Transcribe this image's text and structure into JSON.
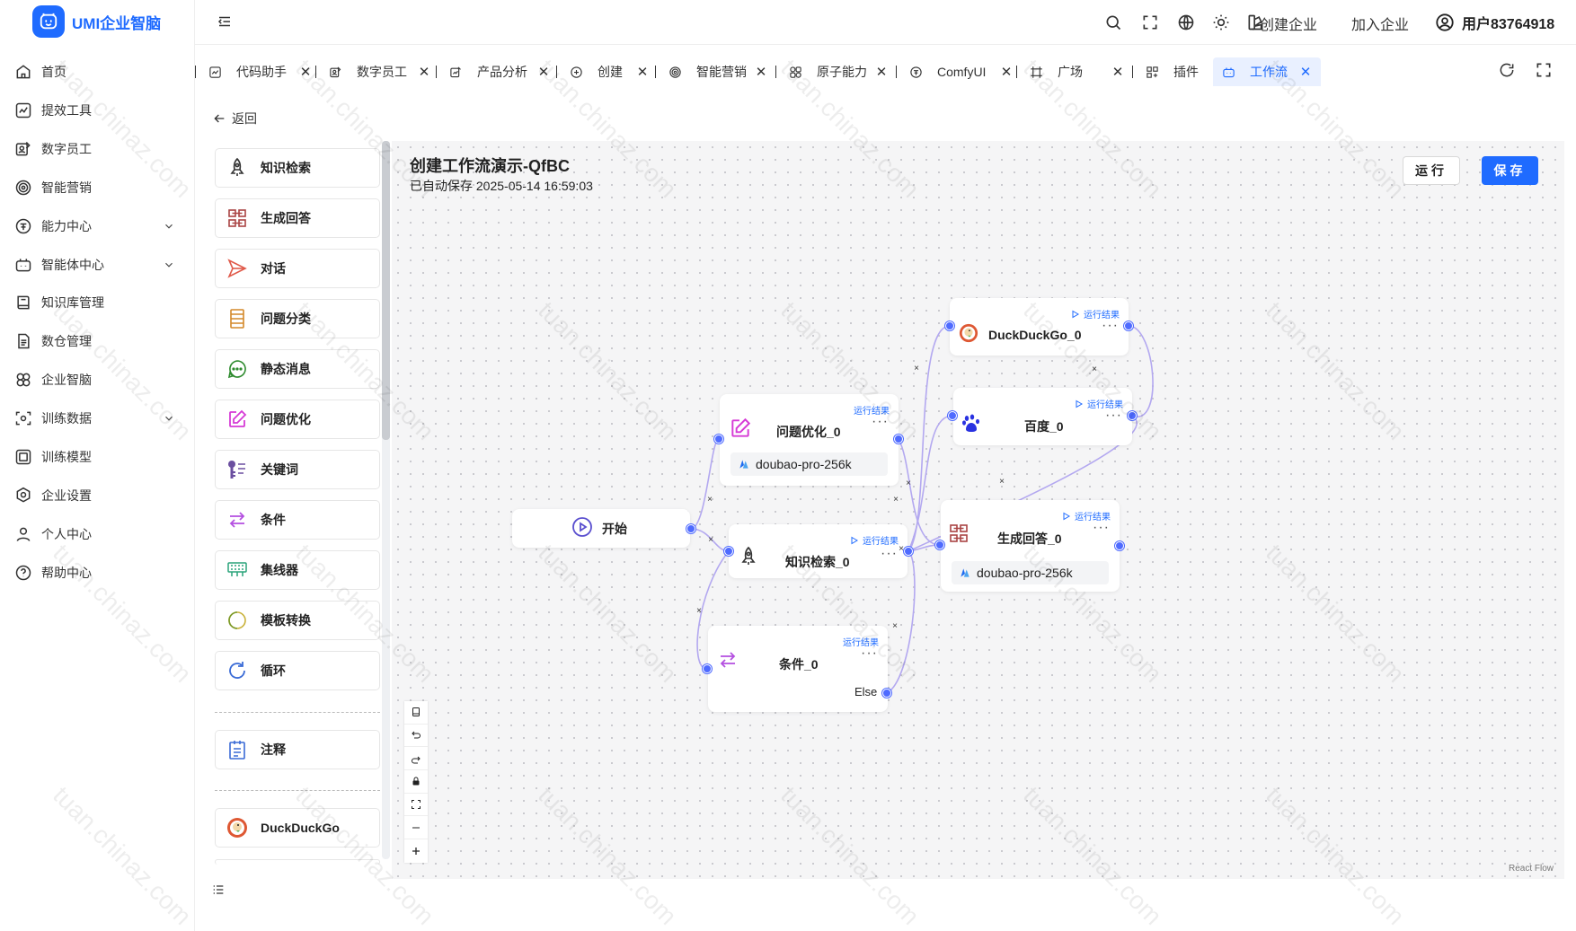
{
  "app": {
    "name": "UMI企业智脑",
    "logo_icon": "logo-bot-icon",
    "brand_color": "#1f6bff"
  },
  "sidebar": {
    "items": [
      {
        "label": "首页",
        "icon": "home-icon",
        "has_chevron": false
      },
      {
        "label": "提效工具",
        "icon": "chart-tool-icon",
        "has_chevron": false
      },
      {
        "label": "数字员工",
        "icon": "edit-person-icon",
        "has_chevron": false
      },
      {
        "label": "智能营销",
        "icon": "target-icon",
        "has_chevron": false
      },
      {
        "label": "能力中心",
        "icon": "coin-icon",
        "has_chevron": true
      },
      {
        "label": "智能体中心",
        "icon": "robot-icon",
        "has_chevron": true
      },
      {
        "label": "知识库管理",
        "icon": "book-icon",
        "has_chevron": false
      },
      {
        "label": "数仓管理",
        "icon": "document-icon",
        "has_chevron": false
      },
      {
        "label": "企业智脑",
        "icon": "brain-icon",
        "has_chevron": false
      },
      {
        "label": "训练数据",
        "icon": "scan-face-icon",
        "has_chevron": true
      },
      {
        "label": "训练模型",
        "icon": "model-icon",
        "has_chevron": false
      },
      {
        "label": "企业设置",
        "icon": "settings-icon",
        "has_chevron": false
      },
      {
        "label": "个人中心",
        "icon": "user-icon",
        "has_chevron": false
      },
      {
        "label": "帮助中心",
        "icon": "help-icon",
        "has_chevron": false
      }
    ]
  },
  "header": {
    "create_company": "创建企业",
    "join_company": "加入企业",
    "user_name": "用户83764918"
  },
  "tabs": [
    {
      "label": "代码助手",
      "icon": "code-assistant-icon",
      "active": false
    },
    {
      "label": "数字员工",
      "icon": "edit-person-icon",
      "active": false
    },
    {
      "label": "产品分析",
      "icon": "product-analysis-icon",
      "active": false
    },
    {
      "label": "创建",
      "icon": "plus-circle-icon",
      "active": false
    },
    {
      "label": "智能营销",
      "icon": "target-icon",
      "active": false
    },
    {
      "label": "原子能力",
      "icon": "atom-icon",
      "active": false
    },
    {
      "label": "ComfyUI",
      "icon": "coin-icon",
      "active": false
    },
    {
      "label": "广场",
      "icon": "square-frame-icon",
      "active": false
    },
    {
      "label": "插件",
      "icon": "plugin-icon",
      "active": false
    },
    {
      "label": "工作流",
      "icon": "robot-icon",
      "active": true
    }
  ],
  "back_label": "返回",
  "palette": {
    "items": [
      {
        "label": "知识检索",
        "icon": "rocket-icon"
      },
      {
        "label": "生成回答",
        "icon": "generate-answer-icon"
      },
      {
        "label": "对话",
        "icon": "send-icon"
      },
      {
        "label": "问题分类",
        "icon": "list-classify-icon"
      },
      {
        "label": "静态消息",
        "icon": "chat-bubble-icon"
      },
      {
        "label": "问题优化",
        "icon": "edit-square-icon"
      },
      {
        "label": "关键词",
        "icon": "keyword-icon"
      },
      {
        "label": "条件",
        "icon": "swap-icon"
      },
      {
        "label": "集线器",
        "icon": "hub-icon"
      },
      {
        "label": "模板转换",
        "icon": "template-icon"
      },
      {
        "label": "循环",
        "icon": "loop-icon"
      }
    ],
    "note_label": "注释",
    "duckduckgo_label": "DuckDuckGo"
  },
  "workflow": {
    "title": "创建工作流演示-QfBC",
    "autosave": "已自动保存 2025-05-14 16:59:03",
    "run_label": "运行",
    "save_label": "保存",
    "run_result_label": "运行结果",
    "more_label": "···",
    "react_flow_label": "React Flow",
    "nodes": {
      "start": {
        "label": "开始"
      },
      "optimize": {
        "label": "问题优化_0",
        "model": "doubao-pro-256k"
      },
      "retrieve": {
        "label": "知识检索_0"
      },
      "condition": {
        "label": "条件_0",
        "else_label": "Else"
      },
      "duckduckgo": {
        "label": "DuckDuckGo_0"
      },
      "baidu": {
        "label": "百度_0"
      },
      "answer": {
        "label": "生成回答_0",
        "model": "doubao-pro-256k"
      }
    },
    "edge_delete_label": "×"
  },
  "watermark": "tuan.chinaz.com"
}
